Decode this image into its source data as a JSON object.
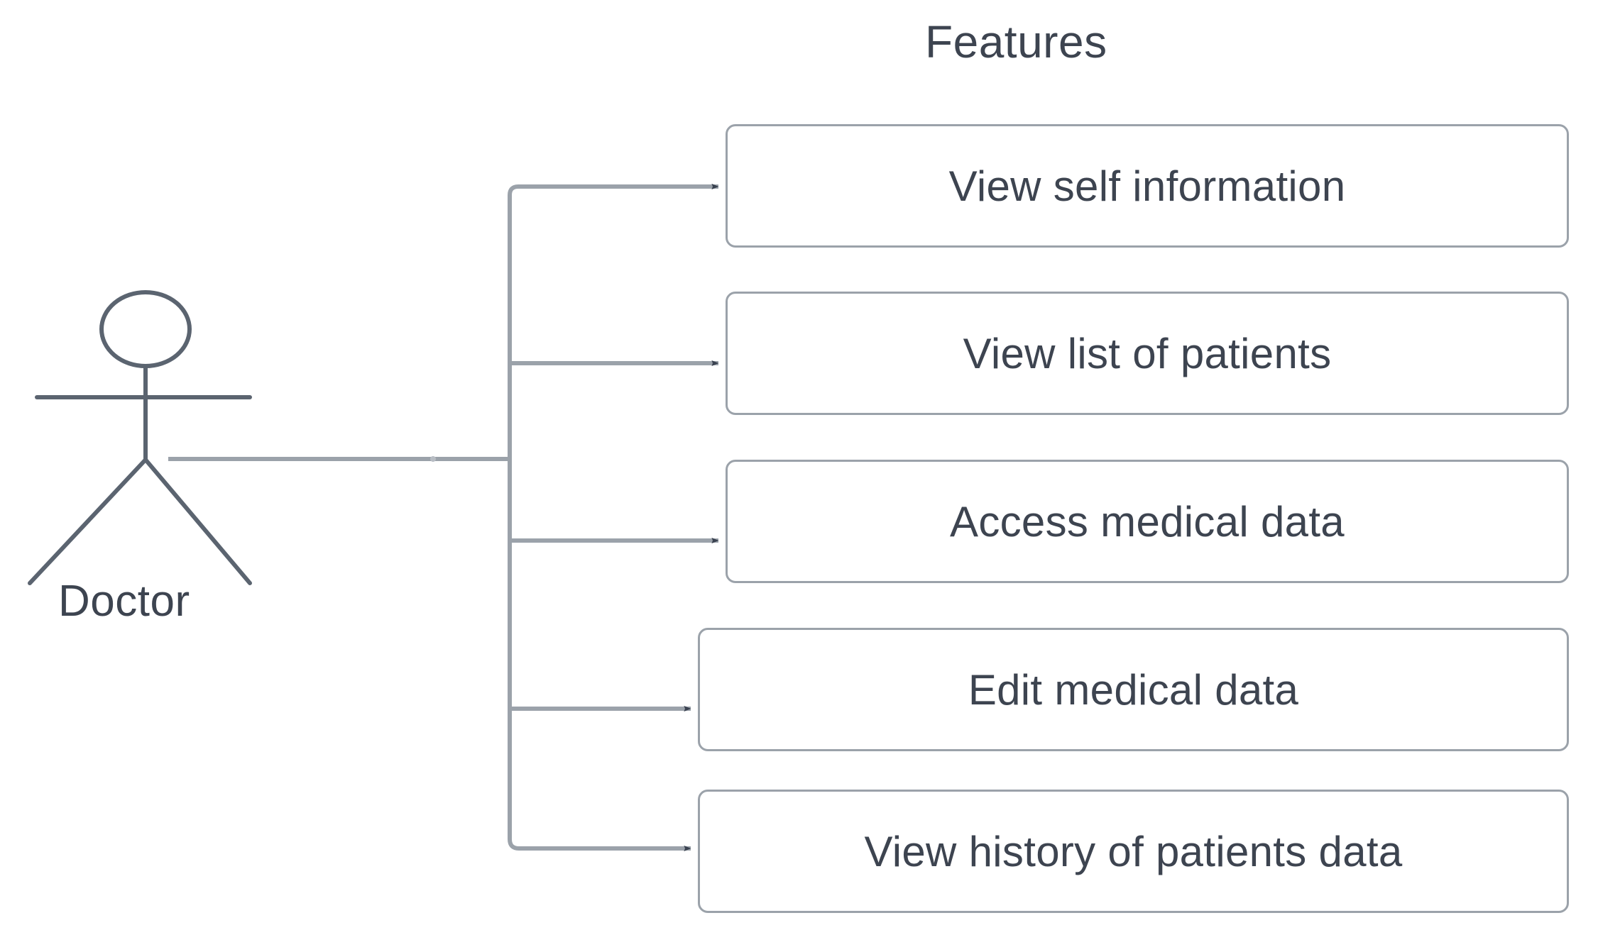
{
  "diagram": {
    "type": "uml-use-case-diagram",
    "title": "Features",
    "background_color": "#ffffff",
    "line_color": "#9ba2aa",
    "arrowhead_color": "#3a4250",
    "text_color": "#3d4450",
    "box_border_color": "#9ba2aa",
    "box_fill_color": "#ffffff"
  },
  "actor": {
    "label": "Doctor",
    "icon": "stick-figure-actor-icon"
  },
  "use_cases": [
    {
      "id": "view-self-information",
      "label": "View self information"
    },
    {
      "id": "view-list-of-patients",
      "label": "View list of patients"
    },
    {
      "id": "access-medical-data",
      "label": "Access medical data"
    },
    {
      "id": "edit-medical-data",
      "label": "Edit medical data"
    },
    {
      "id": "view-history-of-patients-data",
      "label": "View history of patients data"
    }
  ],
  "connections": [
    {
      "from": "Doctor",
      "to": "View self information"
    },
    {
      "from": "Doctor",
      "to": "View list of patients"
    },
    {
      "from": "Doctor",
      "to": "Access medical data"
    },
    {
      "from": "Doctor",
      "to": "Edit medical data"
    },
    {
      "from": "Doctor",
      "to": "View history of patients data"
    }
  ]
}
